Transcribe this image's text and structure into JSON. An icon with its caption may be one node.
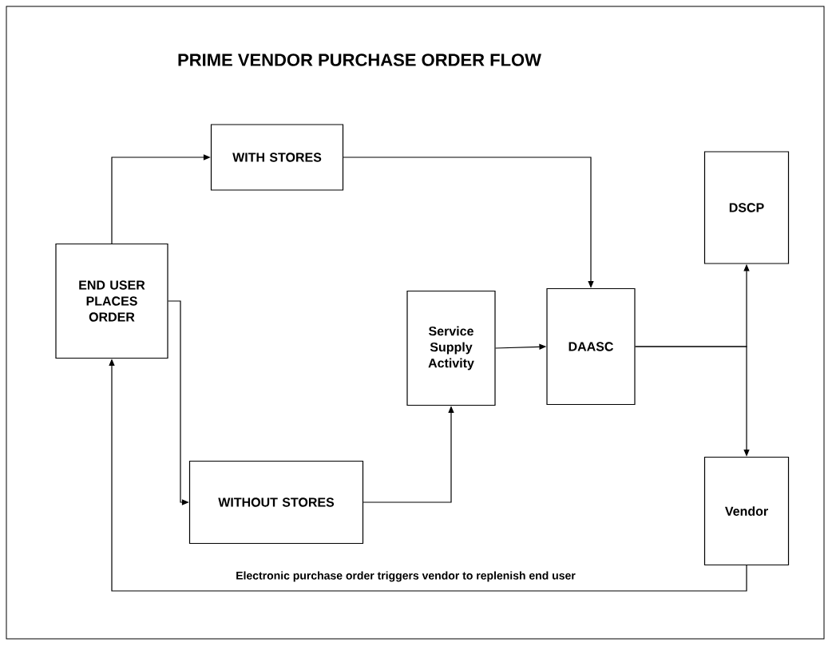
{
  "diagram": {
    "title": "PRIME VENDOR PURCHASE ORDER FLOW",
    "nodes": [
      {
        "text": [
          "END USER PLACES ORDER"
        ]
      },
      {
        "text": [
          "WITH STORES"
        ]
      },
      {
        "text": [
          "WITHOUT STORES"
        ]
      },
      {
        "text": [
          "Service Supply Activity"
        ]
      },
      {
        "text": [
          "DAASC"
        ]
      },
      {
        "text": [
          "DSCP"
        ]
      },
      {
        "text": [
          "Vendor"
        ]
      }
    ],
    "edges": [
      {
        "from": 0,
        "to": 1,
        "arrow": "to"
      },
      {
        "from": 0,
        "to": 2,
        "arrow": "to"
      },
      {
        "from": 1,
        "to": 4,
        "arrow": "to"
      },
      {
        "from": 2,
        "to": 3,
        "arrow": "to"
      },
      {
        "from": 3,
        "to": 4,
        "arrow": "to"
      },
      {
        "from": 4,
        "to": 5,
        "arrow": "to"
      },
      {
        "from": 4,
        "to": 6,
        "arrow": "to"
      },
      {
        "from": 6,
        "to": 0,
        "arrow": "to",
        "label": "Electronic purchase order triggers vendor to replenish end user"
      }
    ]
  }
}
